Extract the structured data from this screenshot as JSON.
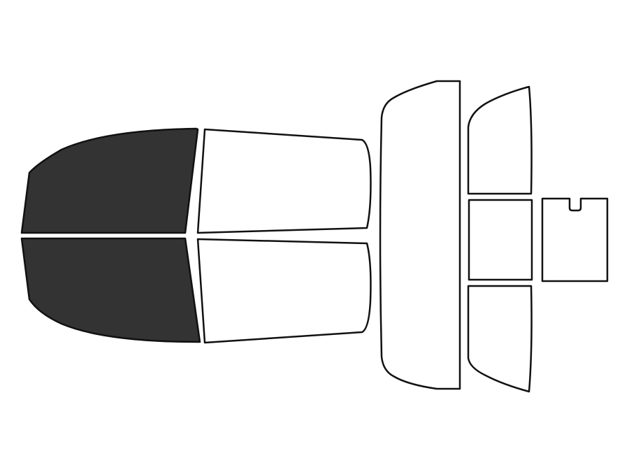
{
  "colors": {
    "background": "#ffffff",
    "outline": "#111111",
    "tinted": "#333333",
    "untinted": "#ffffff"
  },
  "windows": [
    {
      "id": "front-left-window",
      "tinted": true
    },
    {
      "id": "front-right-window",
      "tinted": true
    },
    {
      "id": "rear-door-left-window",
      "tinted": false
    },
    {
      "id": "rear-door-right-window",
      "tinted": false
    },
    {
      "id": "rear-windshield",
      "tinted": false
    },
    {
      "id": "rear-quarter-top-window",
      "tinted": false
    },
    {
      "id": "rear-slider-center-window",
      "tinted": false
    },
    {
      "id": "rear-quarter-bottom-window",
      "tinted": false
    },
    {
      "id": "sliding-panel",
      "tinted": false
    }
  ]
}
